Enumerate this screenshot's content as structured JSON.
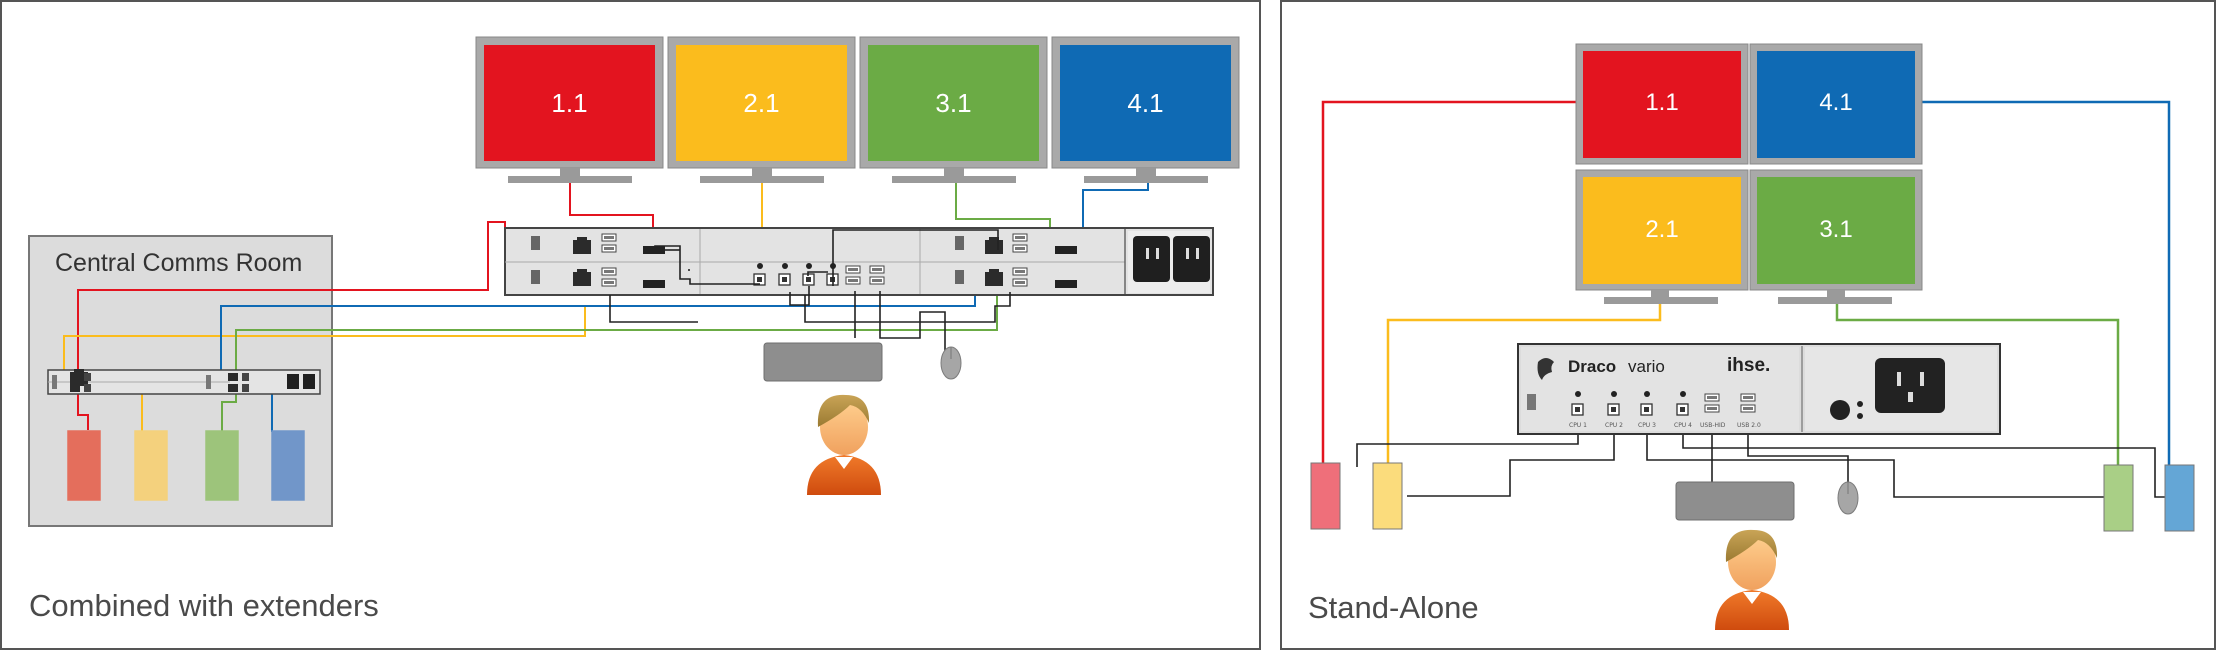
{
  "left_panel": {
    "caption": "Combined with extenders",
    "room_title": "Central Comms Room",
    "monitors": [
      {
        "label": "1.1",
        "color": "#e3141f"
      },
      {
        "label": "2.1",
        "color": "#fbbc1d"
      },
      {
        "label": "3.1",
        "color": "#6bab45"
      },
      {
        "label": "4.1",
        "color": "#0f6ab4"
      }
    ],
    "extender_colors": [
      "#e46e5c",
      "#f4d17d",
      "#9dc47b",
      "#7196c9"
    ]
  },
  "right_panel": {
    "caption": "Stand-Alone",
    "monitors": [
      {
        "label": "1.1",
        "color": "#e3141f"
      },
      {
        "label": "4.1",
        "color": "#0f6ab4"
      },
      {
        "label": "2.1",
        "color": "#fbbc1d"
      },
      {
        "label": "3.1",
        "color": "#6bab45"
      }
    ],
    "device": {
      "brand_name": "Draco",
      "brand_model": "vario",
      "maker": "ihse.",
      "port_labels": [
        "CPU 1",
        "CPU 2",
        "CPU 3",
        "CPU 4",
        "USB-HID",
        "USB 2.0"
      ]
    },
    "computer_colors": [
      "#ef6f7a",
      "#fbdc7c",
      "#a9cf86",
      "#64a6d6"
    ]
  },
  "colors": {
    "red": "#e3141f",
    "yellow": "#fbbc1d",
    "green": "#6bab45",
    "blue": "#0f6ab4",
    "cable": "#222222"
  }
}
